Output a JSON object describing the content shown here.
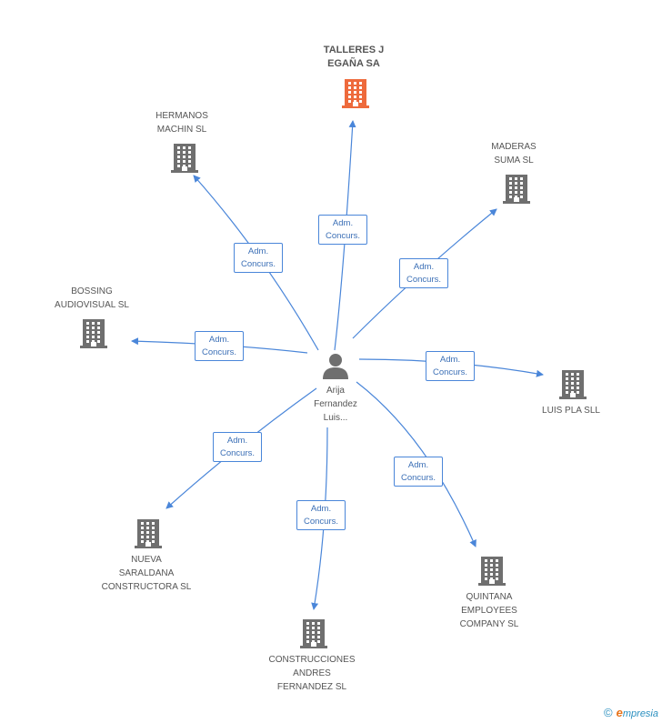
{
  "colors": {
    "main_building": "#ee6a3c",
    "building": "#6f6f6f",
    "edge": "#4a86d9",
    "text": "#555555"
  },
  "center": {
    "label_lines": [
      "Arija",
      "Fernandez",
      "Luis..."
    ],
    "icon": "person-icon"
  },
  "relation_label_lines": [
    "Adm.",
    "Concurs."
  ],
  "nodes": [
    {
      "id": "talleres",
      "label_lines": [
        "TALLERES J",
        "EGAÑA SA"
      ],
      "main": true
    },
    {
      "id": "hermanos",
      "label_lines": [
        "HERMANOS",
        "MACHIN SL"
      ]
    },
    {
      "id": "maderas",
      "label_lines": [
        "MADERAS",
        "SUMA SL"
      ]
    },
    {
      "id": "bossing",
      "label_lines": [
        "BOSSING",
        "AUDIOVISUAL SL"
      ]
    },
    {
      "id": "luispla",
      "label_lines": [
        "LUIS PLA SLL"
      ]
    },
    {
      "id": "nueva",
      "label_lines": [
        "NUEVA",
        "SARALDANA",
        "CONSTRUCTORA SL"
      ]
    },
    {
      "id": "construcciones",
      "label_lines": [
        "CONSTRUCCIONES",
        "ANDRES",
        "FERNANDEZ SL"
      ]
    },
    {
      "id": "quintana",
      "label_lines": [
        "QUINTANA",
        "EMPLOYEES",
        "COMPANY SL"
      ]
    }
  ],
  "footer": {
    "copyright": "©",
    "brand_initial": "e",
    "brand_rest": "mpresia"
  }
}
